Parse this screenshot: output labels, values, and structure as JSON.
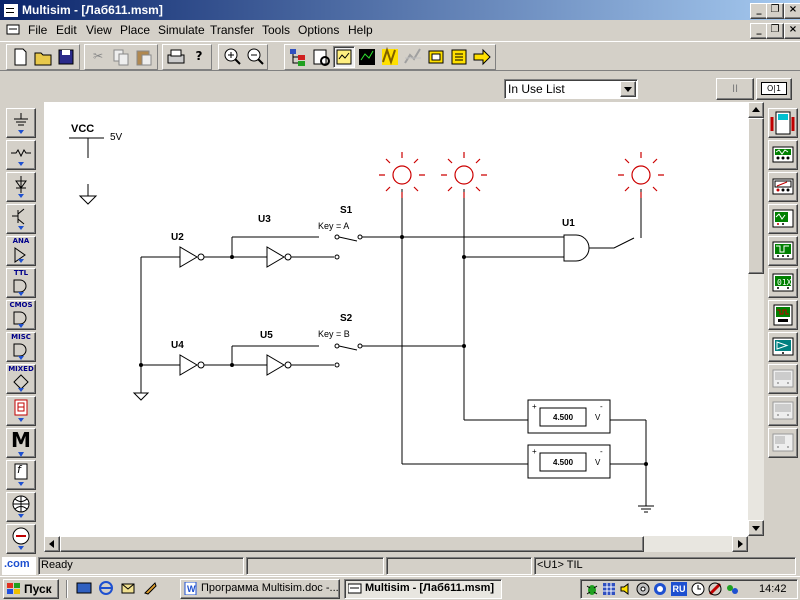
{
  "window": {
    "title": "Multisim - [Лаб611.msm]",
    "min": "_",
    "restore": "❐",
    "close": "×"
  },
  "menu": [
    "File",
    "Edit",
    "View",
    "Place",
    "Simulate",
    "Transfer",
    "Tools",
    "Options",
    "Help"
  ],
  "toolbar": {
    "in_use_list": "In Use List",
    "sim_pause": "II",
    "sim_switch": "O|1"
  },
  "palette": {
    "ana": "ANA",
    "ttl": "TTL",
    "cmos": "CMOS",
    "misc": "MISC",
    "mixed": "MIXED",
    "m": "M",
    "f": "f"
  },
  "instruments": {
    "counter": "01X"
  },
  "schematic": {
    "vcc_label": "VCC",
    "vcc_value": "5V",
    "u1": "U1",
    "u2": "U2",
    "u3": "U3",
    "u4": "U4",
    "u5": "U5",
    "s1": "S1",
    "s1_key": "Key = A",
    "s2": "S2",
    "s2_key": "Key = B",
    "meter1_value": "4.500",
    "meter1_unit": "V",
    "meter2_value": "4.500",
    "meter2_unit": "V",
    "plus": "+",
    "minus": "-"
  },
  "status": {
    "com": ".com",
    "ready": "Ready",
    "selection": "<U1> TIL"
  },
  "taskbar": {
    "start": "Пуск",
    "task1": "Программа Multisim.doc -...",
    "task2": "Multisim - [Лаб611.msm]",
    "lang": "RU",
    "clock": "14:42"
  },
  "colors": {
    "titlebar": "#0a246a",
    "probe": "#cc0000",
    "wire": "#000000",
    "palette_label": "#00008b"
  }
}
